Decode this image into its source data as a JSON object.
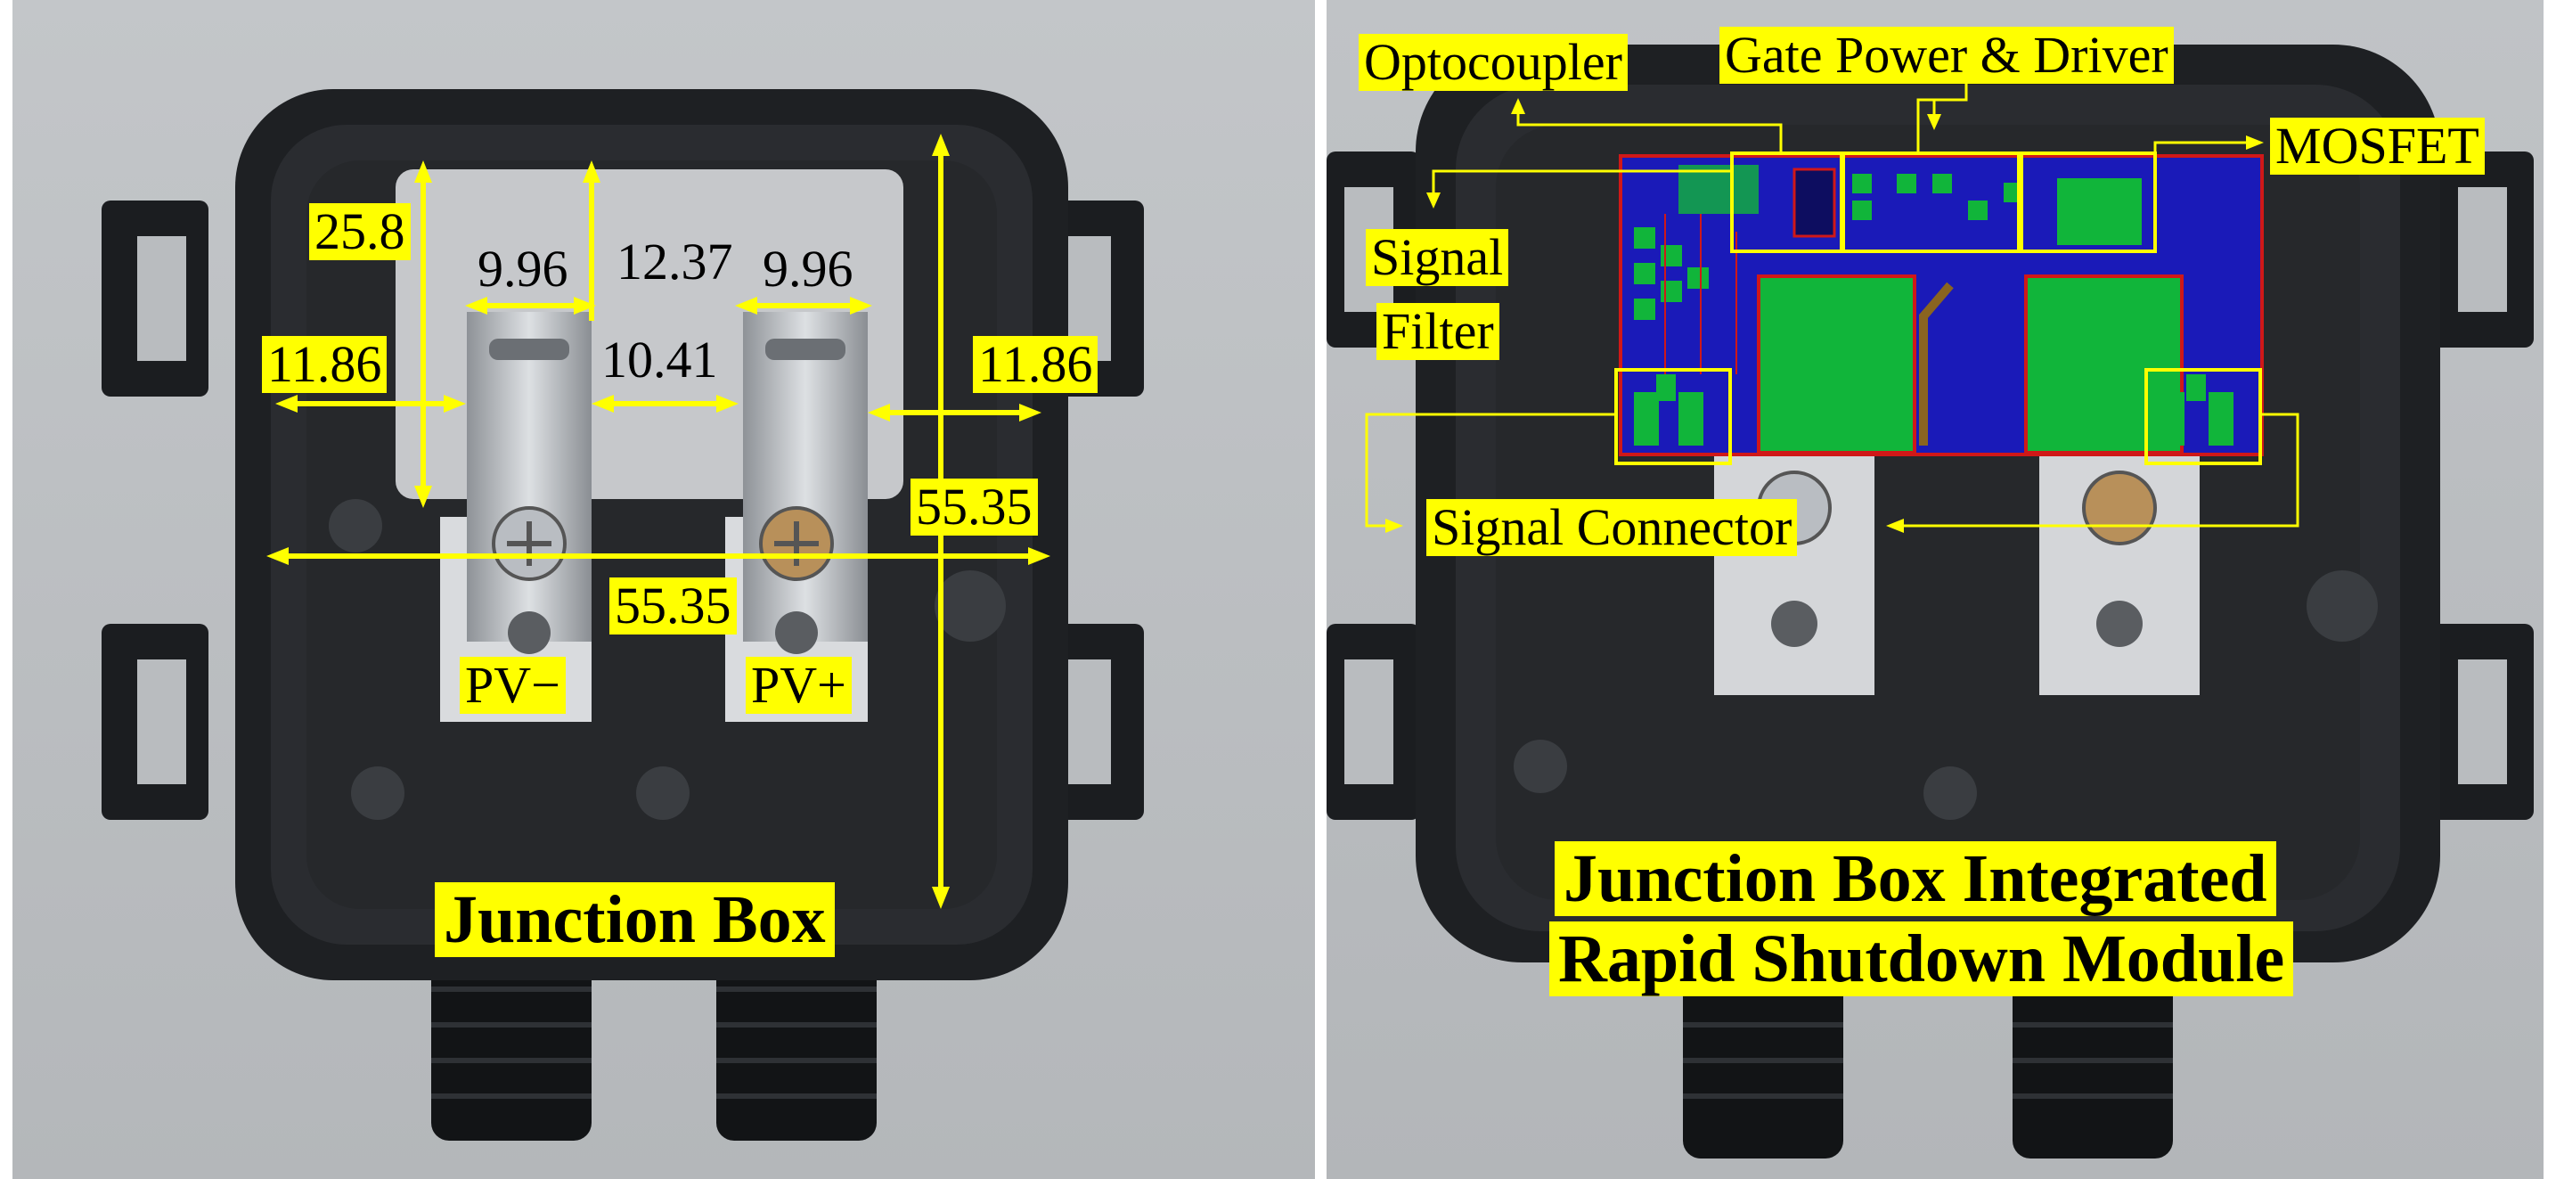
{
  "left_panel": {
    "dimensions": {
      "top_height": "25.8",
      "left_terminal_width": "9.96",
      "center_gap_top": "12.37",
      "right_terminal_width": "9.96",
      "left_margin": "11.86",
      "center_gap": "10.41",
      "right_margin": "11.86",
      "total_height": "55.35",
      "total_width": "55.35"
    },
    "terminal_labels": {
      "negative": "PV−",
      "positive": "PV+"
    },
    "caption": "Junction Box"
  },
  "right_panel": {
    "labels": {
      "optocoupler": "Optocoupler",
      "gate_power_driver": "Gate Power & Driver",
      "mosfet": "MOSFET",
      "signal_filter_line1": "Signal",
      "signal_filter_line2": "Filter",
      "signal_connector": "Signal Connector"
    },
    "caption_line1": "Junction Box Integrated",
    "caption_line2": "Rapid Shutdown Module"
  },
  "colors": {
    "label_bg": "#ffff00",
    "annotation": "#ffff00",
    "background": "#b9bcbf",
    "housing": "#1e2023",
    "pcb_blue": "#1a1ab8",
    "pcb_green": "#11b53a",
    "pcb_trace": "#d01818"
  }
}
